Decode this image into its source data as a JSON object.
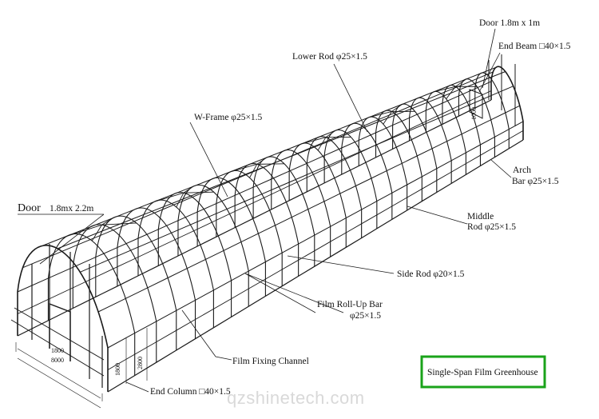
{
  "labels": {
    "door_end": "Door  1.8m x 1m",
    "end_beam": "End Beam  □40×1.5",
    "lower_rod": "Lower Rod φ25×1.5",
    "w_frame": "W-Frame  φ25×1.5",
    "arch_bar_1": "Arch",
    "arch_bar_2": "Bar  φ25×1.5",
    "middle_rod_1": "Middle",
    "middle_rod_2": "Rod   φ25×1.5",
    "side_rod": "Side Rod  φ20×1.5",
    "film_rollup_1": "Film Roll-Up Bar",
    "film_rollup_2": "φ25×1.5",
    "film_channel": "Film Fixing Channel",
    "end_column": "End Column □40×1.5",
    "door_side_name": "Door",
    "door_side_size": "1.8mx 2.2m"
  },
  "dimensions": {
    "width_a": "1800",
    "width_b": "8000",
    "height_a": "1800",
    "height_b": "2800",
    "end_mark": "1000"
  },
  "title_box": {
    "text": "Single-Span Film Greenhouse",
    "border_color": "#1aa31a"
  },
  "watermark": "qzshinetech.com",
  "colors": {
    "line": "#1a1a1a",
    "accent": "#1aa31a"
  }
}
